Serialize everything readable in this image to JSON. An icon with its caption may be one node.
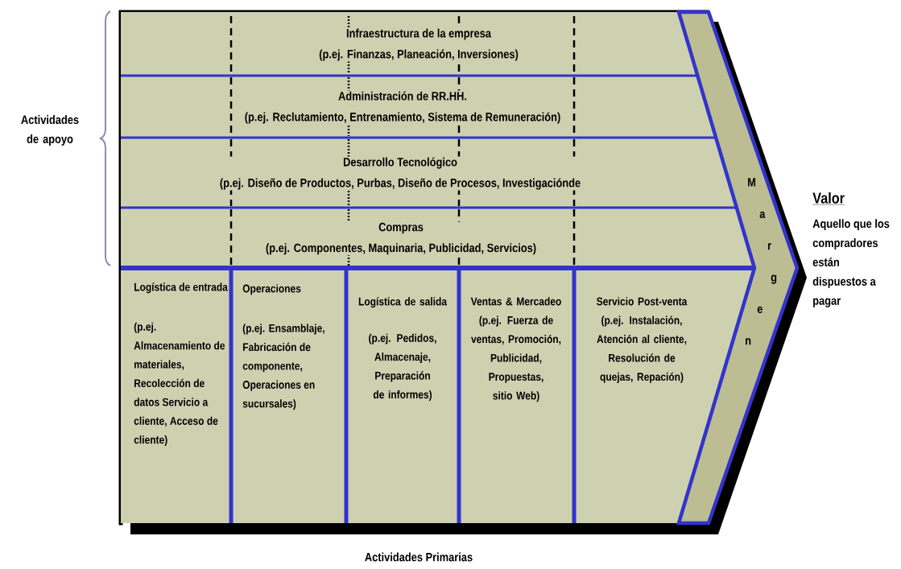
{
  "diagram": {
    "nodes": [
      {
        "text": [
          "Infraestructura de la empresa",
          "(p.ej. Finanzas, Planeación, Inversiones)"
        ]
      },
      {
        "text": [
          "Administración de RR.HH.",
          "(p.ej. Reclutamiento, Entrenamiento, Sistema de Remuneración)"
        ]
      },
      {
        "text": [
          "Desarrollo Tecnológico",
          "(p.ej. Diseño de Productos, Purbas, Diseño de Procesos, Investigaciónde"
        ]
      },
      {
        "text": [
          "Compras",
          "(p.ej. Componentes, Maquinaria, Publicidad, Servicios)"
        ]
      },
      {
        "text": [
          "Logística de entrada",
          "(p.ej. Almacenamiento de materiales, Recolección de datos Servicio a cliente, Acceso de cliente)"
        ]
      },
      {
        "text": [
          "Operaciones",
          "(p.ej. Ensamblaje, Fabricación de componente, Operaciones en sucursales)"
        ]
      },
      {
        "text": [
          "Logística de salida",
          "(p.ej. Pedidos, Almacenaje, Preparación de informes)"
        ]
      },
      {
        "text": [
          "Ventas & Mercadeo",
          "(p.ej. Fuerza de ventas, Promoción, Publicidad, Propuestas, sitio Web)"
        ]
      },
      {
        "text": [
          "Servicio Post-venta",
          "(p.ej. Instalación, Atención al cliente, Resolución de quejas, Repación)"
        ]
      },
      {
        "text": [
          "M a r g e n"
        ]
      }
    ],
    "labels": [
      "Actividades de apoyo",
      "Valor",
      "Aquello que los compradores están dispuestos a pagar",
      "Actividades Primarias"
    ]
  }
}
